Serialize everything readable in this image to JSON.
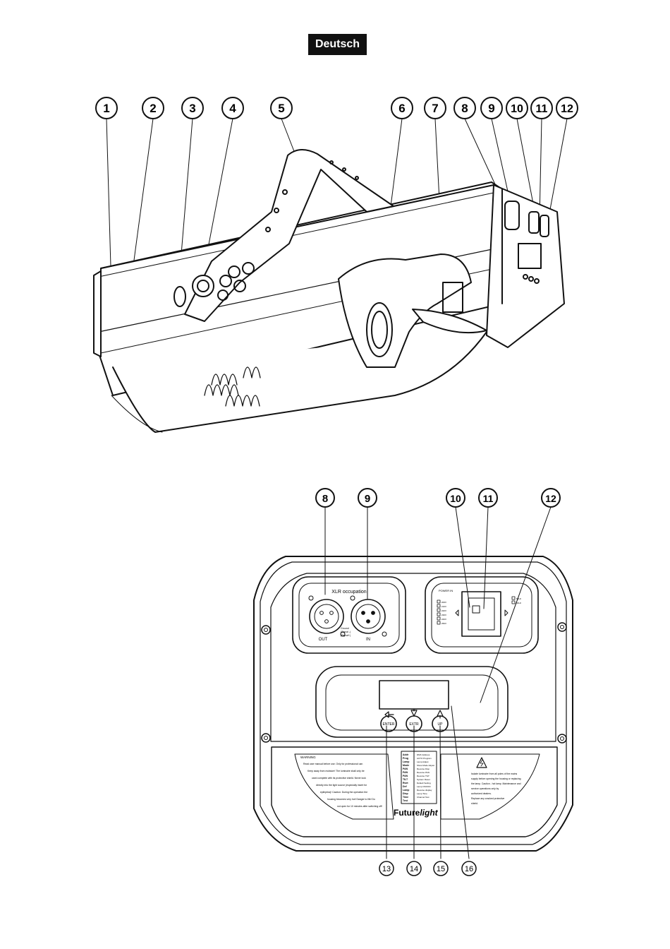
{
  "header": {
    "language_badge": "Deutsch"
  },
  "top_callouts": [
    "1",
    "2",
    "3",
    "4",
    "5",
    "6",
    "7",
    "8",
    "9",
    "10",
    "11",
    "12"
  ],
  "rear_panel": {
    "top_callouts": [
      "8",
      "9",
      "10",
      "11",
      "12"
    ],
    "bottom_callouts": [
      "13",
      "14",
      "15",
      "16"
    ],
    "xlr": {
      "title": "XLR occupation",
      "out": "OUT",
      "in": "IN",
      "pins": [
        "Ground",
        "(Signal -)",
        "(Signal+)"
      ]
    },
    "power": {
      "title": "POWER IN",
      "voltages": [
        "200V",
        "210V",
        "220V",
        "230V",
        "240V",
        "250V"
      ],
      "freq": [
        "50Hz",
        "60Hz"
      ]
    },
    "buttons": {
      "enter": "ENTER",
      "down": "EXTR",
      "up": "UP"
    },
    "warning": {
      "title": "WARNING",
      "lines": [
        "Read user manual before use. Only for professional use.",
        "Keep away from moisture! The luminaire shall only be",
        "used complete with its protective shield. Never look",
        "directly into the light source (especially insert for",
        "epileptics)! Caution: During the operation the",
        "housing becomes very hot! Danger to life! Do",
        "not open for 10 minutes after switching off!"
      ]
    },
    "menu": {
      "codes": [
        "Addr",
        "Prog",
        "Lamp",
        "Mode",
        "PAN",
        "PAN",
        "PAN",
        "TILT",
        "Rset",
        "Def",
        "Lamp",
        "Disp",
        "Time",
        "Test"
      ],
      "items": [
        "DMX Address",
        "AUTO Program",
        "Lamp Adjust",
        "Show Mode Adjust",
        "Reverse Disp",
        "Reverse PAN",
        "Reverse TILT",
        "System Reset",
        "Default Setting",
        "Lamp ON/OFF",
        "Reverse display",
        "Lamp Time",
        "Channel Test"
      ]
    },
    "caution": {
      "lines": [
        "Isolate luminaire from all poles of the mains",
        "supply before opening the housing or replacing",
        "the lamp. Caution - hot lamp. Maintenance and",
        "service operations only by",
        "authorized dealers.",
        "Replace any cracked protective",
        "shield."
      ]
    },
    "brand": {
      "prefix": "Future",
      "suffix": "light"
    }
  }
}
